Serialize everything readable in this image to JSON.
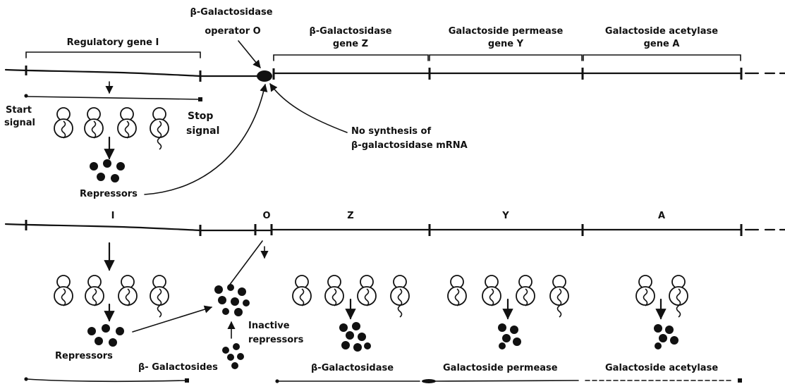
{
  "top_labels": {
    "regulatory_gene": "Regulatory gene I",
    "operator_line1": "β-Galactosidase",
    "operator_line2": "operator O",
    "gene_z_line1": "β-Galactosidase",
    "gene_z_line2": "gene Z",
    "gene_y_line1": "Galactoside permease",
    "gene_y_line2": "gene Y",
    "gene_a_line1": "Galactoside acetylase",
    "gene_a_line2": "gene A"
  },
  "top_annotations": {
    "start_line1": "Start",
    "start_line2": "signal",
    "stop_line1": "Stop",
    "stop_line2": "signal",
    "no_synthesis_line1": "No synthesis of",
    "no_synthesis_line2": "β-galactosidase mRNA",
    "repressors": "Repressors"
  },
  "bottom_labels": {
    "gene_i": "I",
    "gene_o": "O",
    "gene_z": "Z",
    "gene_y": "Y",
    "gene_a": "A",
    "repressors": "Repressors",
    "inactive_line1": "Inactive",
    "inactive_line2": "repressors",
    "beta_galactosides": "β- Galactosides",
    "product_z": "β-Galactosidase",
    "product_y": "Galactoside permease",
    "product_a": "Galactoside acetylase"
  }
}
